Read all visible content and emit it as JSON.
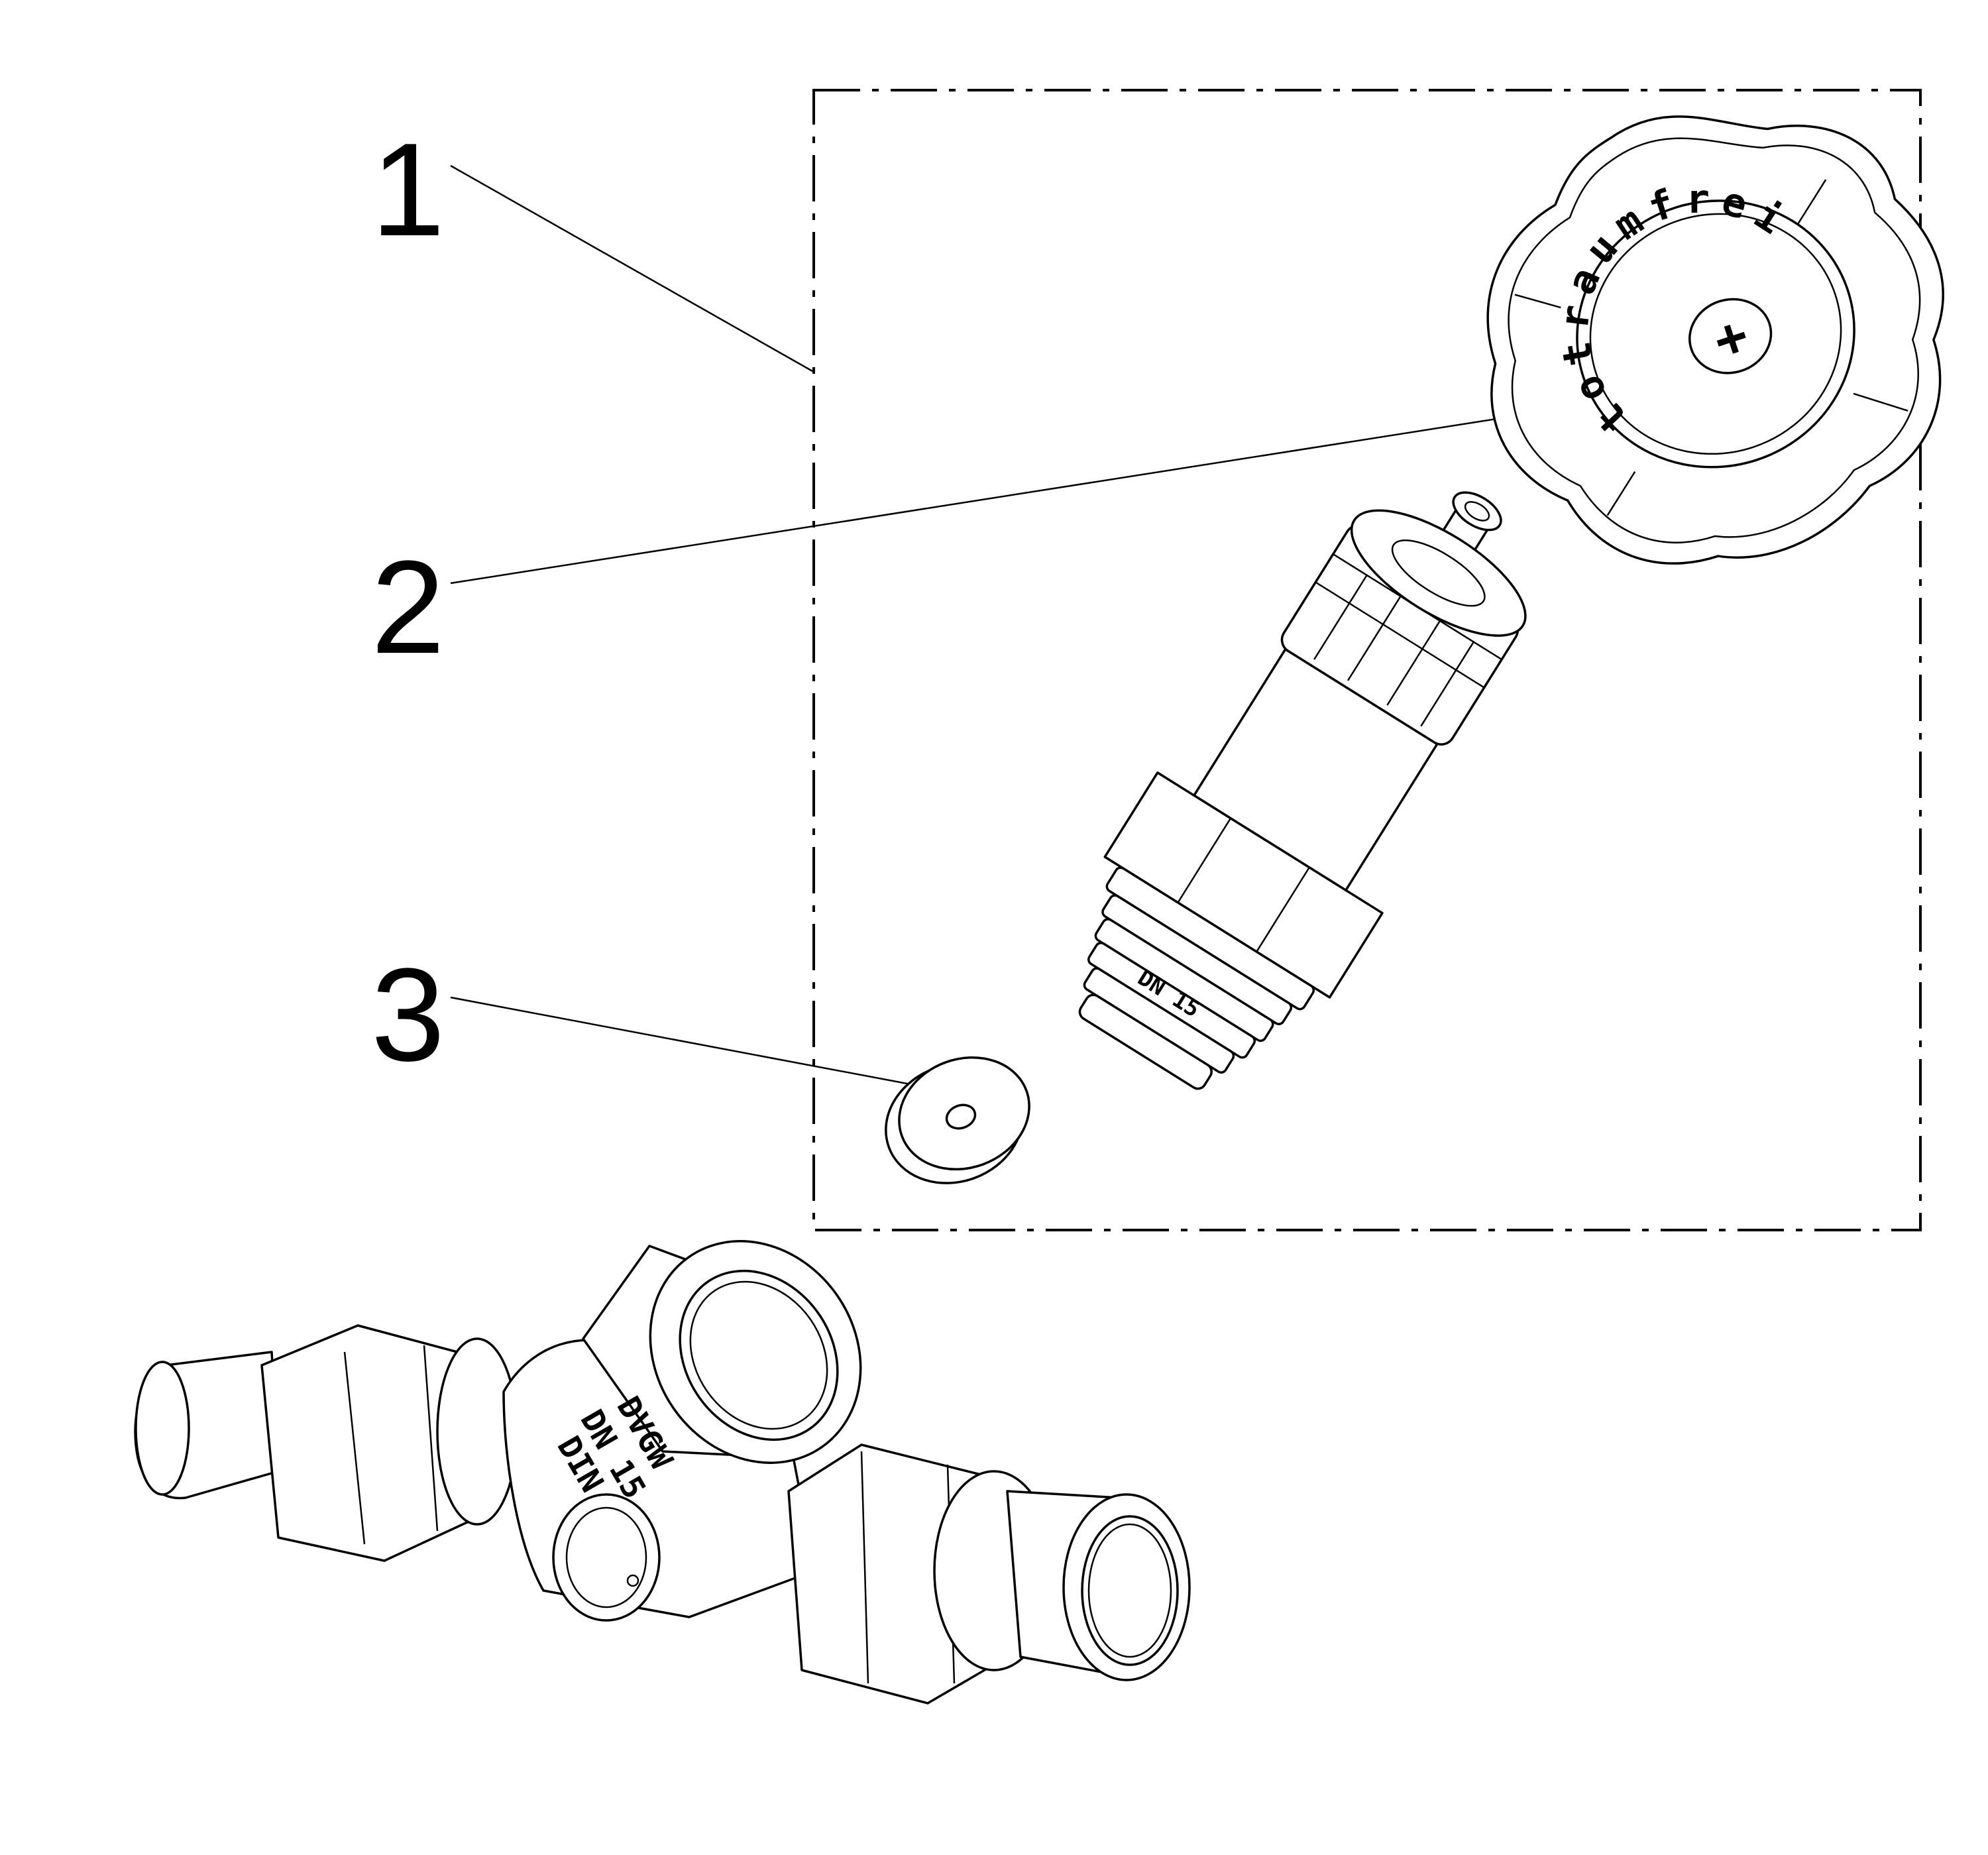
{
  "callouts": [
    {
      "id": "1",
      "label": "1"
    },
    {
      "id": "2",
      "label": "2"
    },
    {
      "id": "3",
      "label": "3"
    }
  ],
  "handwheel": {
    "marking": "totraumfrei",
    "symbol": "+"
  },
  "valve_body": {
    "marking_line1": "DVGW",
    "marking_line2": "DN 15",
    "marking_line3": "DIN"
  },
  "cartridge": {
    "marking": "DN 15"
  }
}
